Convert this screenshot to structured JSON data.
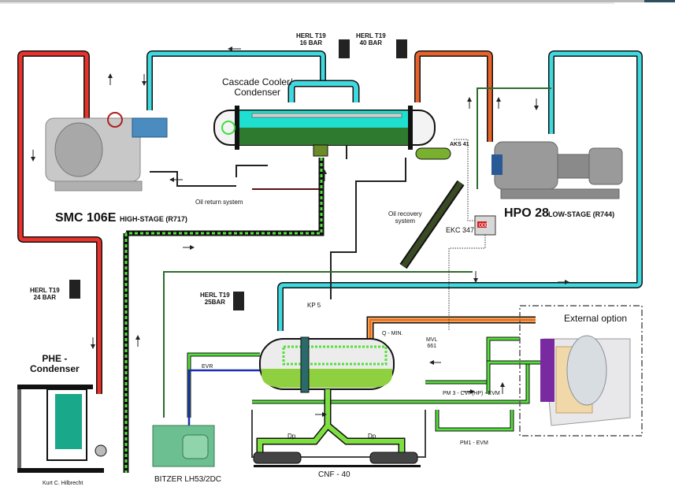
{
  "diagram": {
    "title": "Cascade refrigeration system R717 / R744",
    "colors": {
      "hot_gas_r717": "#e8322b",
      "suction_r717": "#3fd9e0",
      "liquid_green": "#54e03a",
      "co2_liquid_orange": "#f08a3c",
      "oil_line": "#1e1e1e",
      "dark_green_line": "#2d6b2d",
      "blue_line": "#1a2fb0",
      "external_border": "#555555",
      "background": "#ffffff"
    },
    "components": {
      "high_stage_compressor": {
        "model": "SMC 106E",
        "stage": "HIGH-STAGE (R717)"
      },
      "low_stage_compressor": {
        "model": "HPO 28",
        "stage": "LOW-STAGE (R744)"
      },
      "cascade_cooler": {
        "line1": "Cascade Cooler/",
        "line2": "Condenser"
      },
      "phe_condenser": {
        "line1": "PHE -",
        "line2": "Condenser"
      },
      "condensing_unit": {
        "label": "BITZER LH53/2DC"
      },
      "pump_unit": {
        "label": "CNF - 40"
      },
      "credit": {
        "label": "Kurt C. Hilbrecht"
      },
      "external_option": {
        "label": "External option"
      },
      "oil_return": {
        "label": "Oil return system"
      },
      "oil_recovery": {
        "line1": "Oil recovery",
        "line2": "system"
      },
      "ekc": {
        "label": "EKC 347",
        "display": "000"
      },
      "aks": {
        "label": "AKS 41"
      },
      "kp": {
        "label": "KP 5"
      },
      "q_min": {
        "label": "Q - MIN."
      },
      "mvl": {
        "line1": "MVL",
        "line2": "661"
      },
      "pm3": {
        "label": "PM 3 - CVP(HP) - EVM"
      },
      "pm1": {
        "label": "PM1 - EVM"
      },
      "evr": {
        "label": "EVR"
      },
      "dp_left": {
        "label": "Dp"
      },
      "dp_right": {
        "label": "Dp"
      }
    },
    "safety_valves": [
      {
        "line1": "HERL T19",
        "line2": "16 BAR"
      },
      {
        "line1": "HERL T19",
        "line2": "40 BAR"
      },
      {
        "line1": "HERL T19",
        "line2": "24 BAR"
      },
      {
        "line1": "HERL T19",
        "line2": "25BAR"
      }
    ]
  }
}
